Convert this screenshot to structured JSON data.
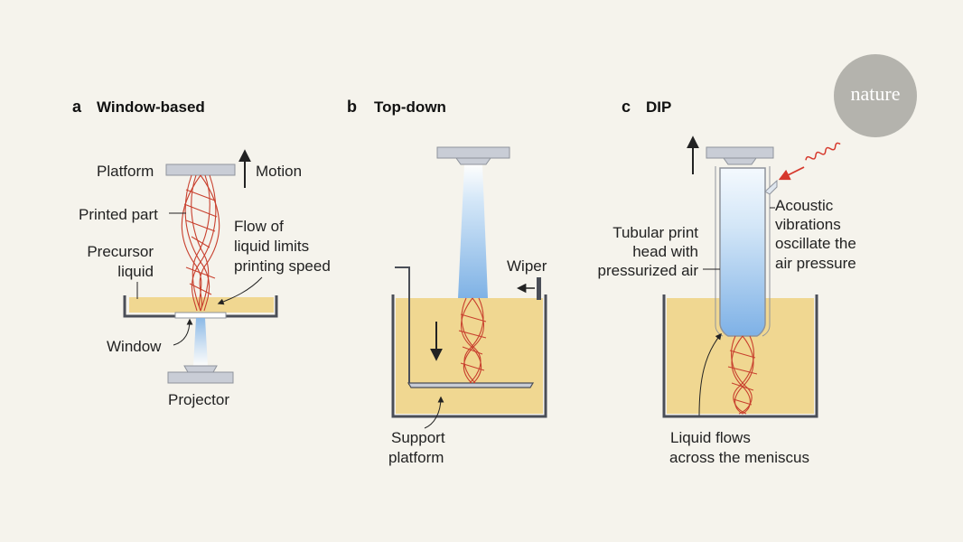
{
  "badge": {
    "text": "nature"
  },
  "panels": {
    "a": {
      "letter": "a",
      "title": "Window-based",
      "labels": {
        "platform": "Platform",
        "motion": "Motion",
        "printed_part": "Printed part",
        "flow_line1": "Flow of",
        "flow_line2": "liquid limits",
        "flow_line3": "printing speed",
        "precursor_line1": "Precursor",
        "precursor_line2": "liquid",
        "window": "Window",
        "projector": "Projector"
      }
    },
    "b": {
      "letter": "b",
      "title": "Top-down",
      "labels": {
        "wiper": "Wiper",
        "support_line1": "Support",
        "support_line2": "platform"
      }
    },
    "c": {
      "letter": "c",
      "title": "DIP",
      "labels": {
        "tubular_line1": "Tubular print",
        "tubular_line2": "head with",
        "tubular_line3": "pressurized air",
        "acoustic_line1": "Acoustic",
        "acoustic_line2": "vibrations",
        "acoustic_line3": "oscillate the",
        "acoustic_line4": "air pressure",
        "liquid_line1": "Liquid flows",
        "liquid_line2": "across the meniscus"
      }
    }
  },
  "colors": {
    "background": "#f5f3ec",
    "liquid": "#f0d791",
    "vat": "#4a4e57",
    "metal": "#c9cdd6",
    "light": "#9cc3ea",
    "helix": "#c8402e",
    "acoustic": "#d6382c",
    "badge": "#b4b3ad"
  }
}
